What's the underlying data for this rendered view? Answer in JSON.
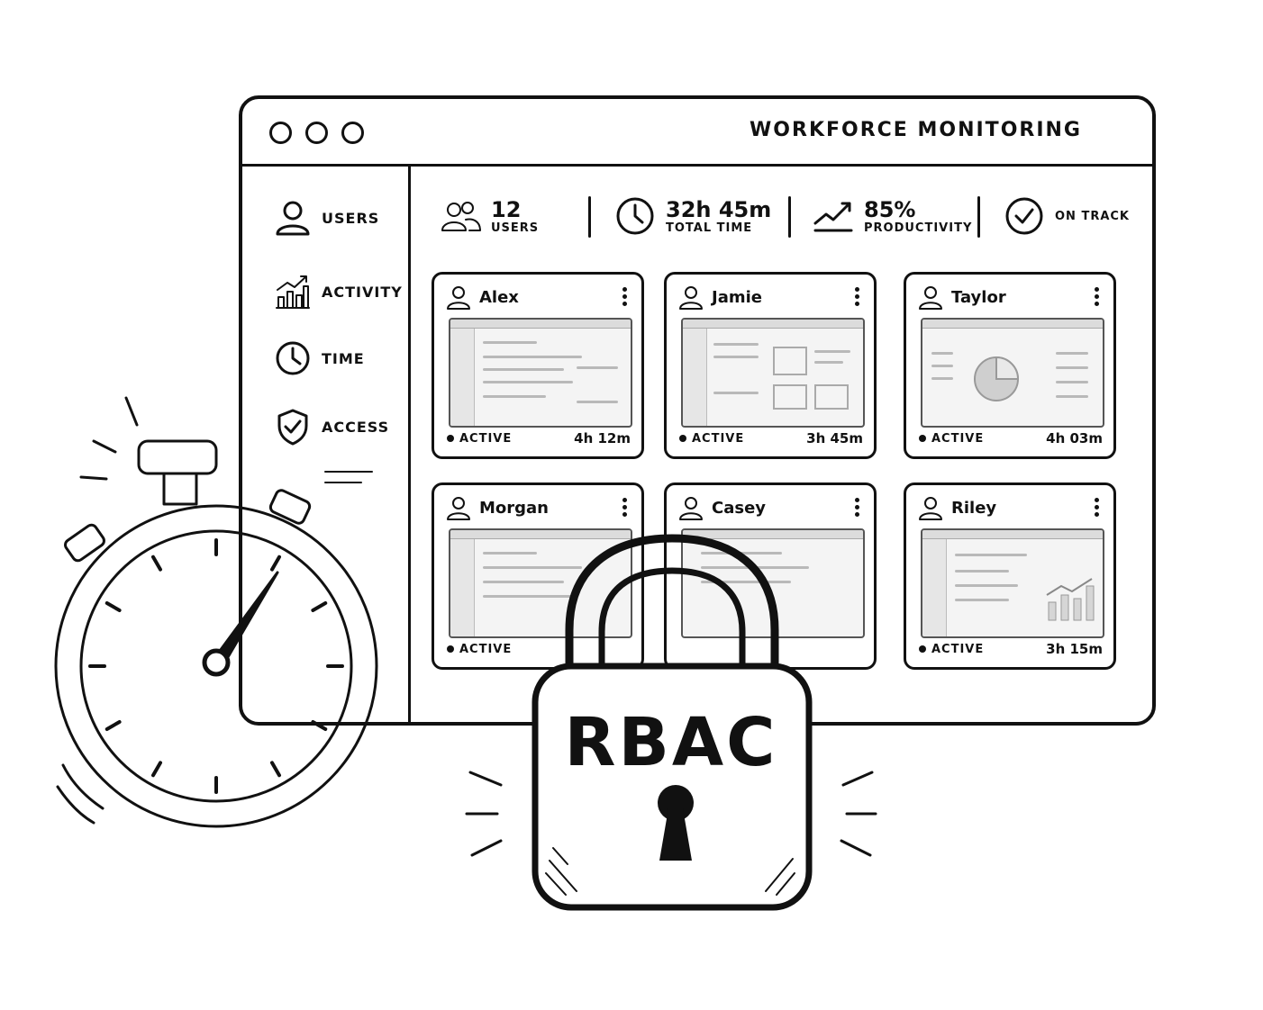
{
  "window": {
    "title": "WORKFORCE MONITORING"
  },
  "sidebar": {
    "items": [
      {
        "label": "USERS",
        "icon": "user-icon"
      },
      {
        "label": "ACTIVITY",
        "icon": "bar-chart-icon"
      },
      {
        "label": "TIME",
        "icon": "clock-icon"
      },
      {
        "label": "ACCESS",
        "icon": "shield-check-icon"
      }
    ]
  },
  "stats": [
    {
      "value": "12",
      "label": "USERS",
      "icon": "users-icon"
    },
    {
      "value": "32h 45m",
      "label": "TOTAL TIME",
      "icon": "clock-icon"
    },
    {
      "value": "85%",
      "label": "PRODUCTIVITY",
      "icon": "trend-up-icon"
    },
    {
      "value": "",
      "label": "ON TRACK",
      "icon": "check-circle-icon"
    }
  ],
  "users": [
    {
      "name": "Alex",
      "status": "ACTIVE",
      "duration": "4h 12m"
    },
    {
      "name": "Jamie",
      "status": "ACTIVE",
      "duration": "3h 45m"
    },
    {
      "name": "Taylor",
      "status": "ACTIVE",
      "duration": "4h 03m"
    },
    {
      "name": "Morgan",
      "status": "ACTIVE",
      "duration": ""
    },
    {
      "name": "Casey",
      "status": "",
      "duration": ""
    },
    {
      "name": "Riley",
      "status": "ACTIVE",
      "duration": "3h 15m"
    }
  ],
  "lock": {
    "label": "RBAC"
  }
}
